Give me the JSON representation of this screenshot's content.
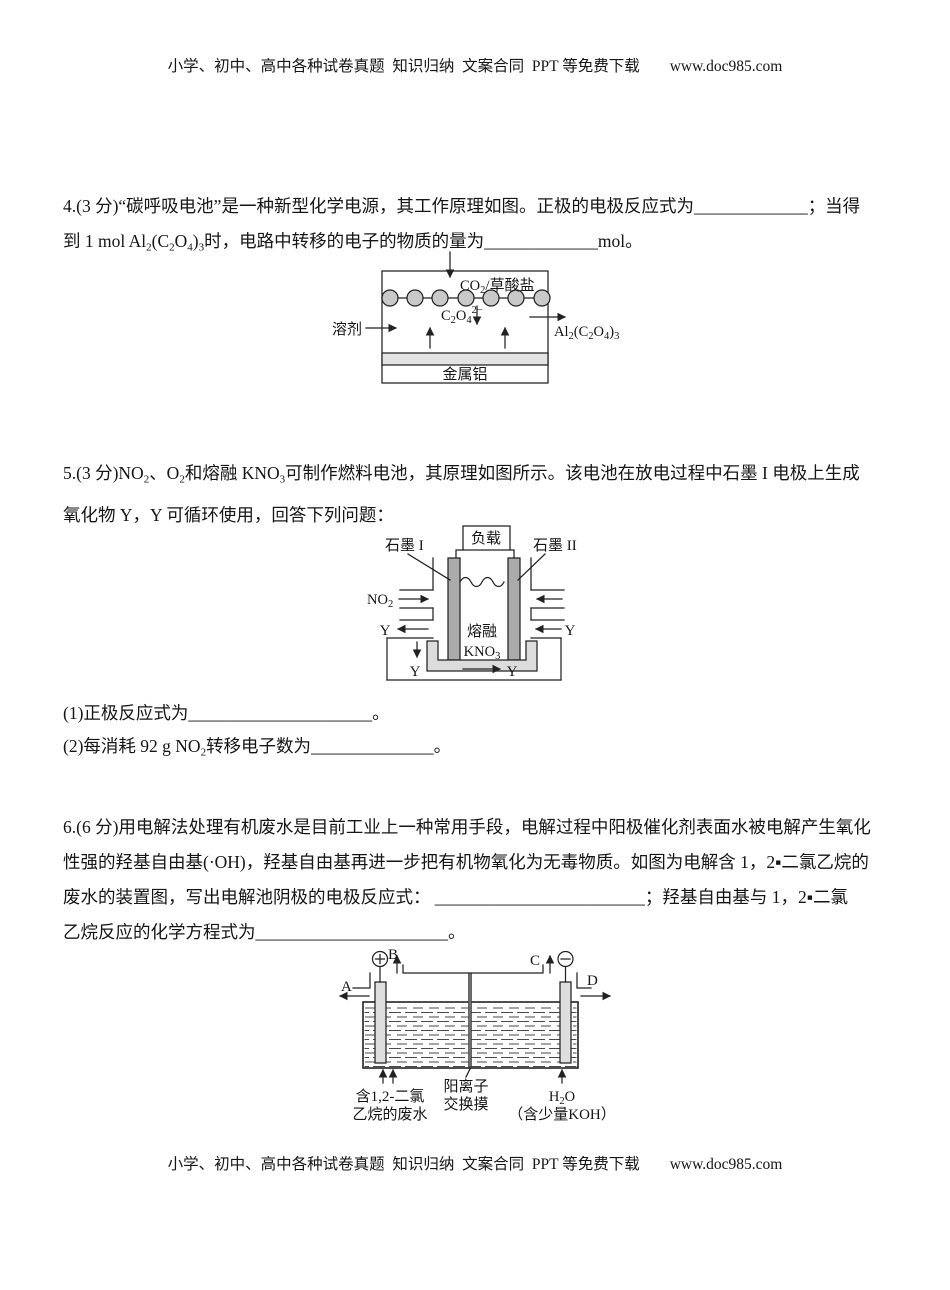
{
  "header": {
    "text": "小学、初中、高中各种试卷真题  知识归纳  文案合同  PPT 等免费下载",
    "url": "www.doc985.com"
  },
  "q4": {
    "lines": [
      [
        {
          "t": "4.(3 分)“碳呼吸电池”是一种新型化学电源，其工作原理如图。正极的电极反应式为"
        },
        {
          "t": "_____________"
        },
        {
          "t": "；当得"
        }
      ],
      [
        {
          "t": "到 1 mol Al"
        },
        {
          "t": "2",
          "s": "sub"
        },
        {
          "t": "(C"
        },
        {
          "t": "2",
          "s": "sub"
        },
        {
          "t": "O"
        },
        {
          "t": "4",
          "s": "sub"
        },
        {
          "t": ")"
        },
        {
          "t": "3",
          "s": "sub"
        },
        {
          "t": "时，电路中转移的电子的物质的量为"
        },
        {
          "t": "_____________"
        },
        {
          "t": "mol。"
        }
      ]
    ],
    "diagram": {
      "co2": {
        "pre": "CO",
        "sub": "2",
        "post": "/草酸盐"
      },
      "c2o4": {
        "p1": "C",
        "s1": "2",
        "p2": "O",
        "s2": "4",
        "sup": "2−"
      },
      "solvent": "溶剂",
      "al": {
        "p1": "Al",
        "s1": "2",
        "p2": "(C",
        "s2": "2",
        "p3": "O",
        "s3": "4",
        "p4": ")",
        "s4": "3"
      },
      "metal": "金属铝"
    }
  },
  "q5": {
    "lines": [
      [
        {
          "t": "5.(3 分)NO"
        },
        {
          "t": "2",
          "s": "sub"
        },
        {
          "t": "、O"
        },
        {
          "t": "2",
          "s": "sub"
        },
        {
          "t": "和熔融 KNO"
        },
        {
          "t": "3",
          "s": "sub"
        },
        {
          "t": "可制作燃料电池，其原理如图所示。该电池在放电过程中石墨 I 电极上生成"
        }
      ],
      [
        {
          "t": "氧化物 Y，Y 可循环使用，回答下列问题："
        }
      ]
    ],
    "items": [
      [
        {
          "t": "(1)正极反应式为"
        },
        {
          "t": "_____________________"
        },
        {
          "t": "。"
        }
      ],
      [
        {
          "t": "(2)每消耗 92 g NO"
        },
        {
          "t": "2",
          "s": "sub"
        },
        {
          "t": "转移电子数为"
        },
        {
          "t": "______________"
        },
        {
          "t": "。"
        }
      ]
    ],
    "diagram": {
      "load": "负载",
      "g1": "石墨 I",
      "g2": "石墨 II",
      "no2": {
        "pre": "NO",
        "sub": "2"
      },
      "molten": "熔融",
      "kno3": {
        "pre": "KNO",
        "sub": "3"
      },
      "y": "Y"
    }
  },
  "q6": {
    "lines": [
      [
        {
          "t": "6.(6 分)用电解法处理有机废水是目前工业上一种常用手段，电解过程中阳极催化剂表面水被电解产生氧化"
        }
      ],
      [
        {
          "t": "性强的羟基自由基(·OH)，羟基自由基再进一步把有机物氧化为无毒物质。如图为电解含 1，2▪二氯乙烷的"
        }
      ],
      [
        {
          "t": "废水的装置图，写出电解池阴极的电极反应式： "
        },
        {
          "t": "________________________"
        },
        {
          "t": "；羟基自由基与 1，2▪二氯"
        }
      ],
      [
        {
          "t": "乙烷反应的化学方程式为"
        },
        {
          "t": "______________________"
        },
        {
          "t": "。"
        }
      ]
    ],
    "diagram": {
      "a": "A",
      "b": "B",
      "c": "C",
      "d": "D",
      "icons": {
        "positive_terminal": "circle-plus",
        "negative_terminal": "circle-minus"
      },
      "waste1": "含1,2-二氯",
      "waste2": "乙烷的废水",
      "mem1": "阳离子",
      "mem2": "交换摸",
      "h2o": {
        "pre": "H",
        "sub": "2",
        "post": "O"
      },
      "koh": "（含少量KOH）"
    }
  },
  "footer": {
    "text": "小学、初中、高中各种试卷真题  知识归纳  文案合同  PPT 等免费下载",
    "url": "www.doc985.com"
  }
}
